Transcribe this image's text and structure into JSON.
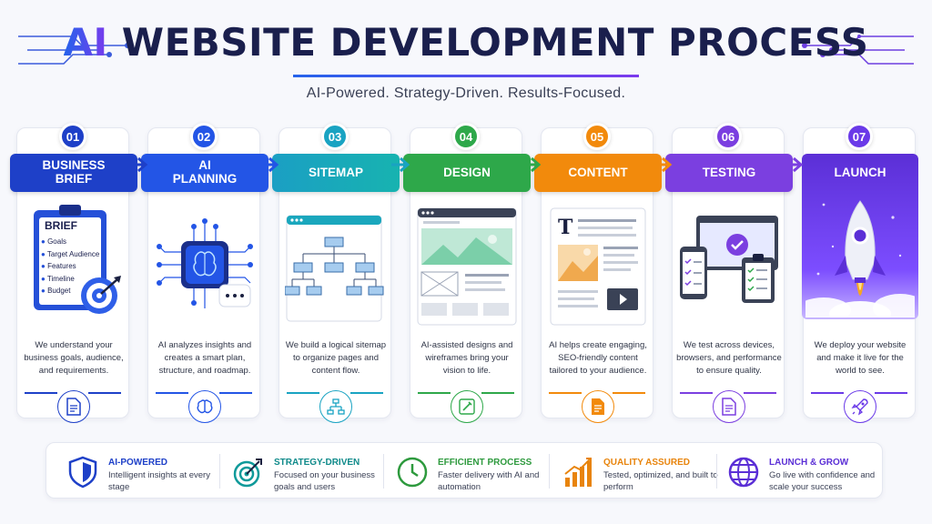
{
  "title": {
    "highlight": "AI",
    "rest": "WEBSITE DEVELOPMENT PROCESS"
  },
  "subtitle": "AI-Powered. Strategy-Driven. Results-Focused.",
  "steps": [
    {
      "number": "01",
      "title": "BUSINESS BRIEF",
      "color": "#1e40c8",
      "desc": "We understand your business goals, audience, and requirements.",
      "icon": "document-icon",
      "brief": {
        "heading": "BRIEF",
        "items": [
          "Goals",
          "Target Audience",
          "Features",
          "Timeline",
          "Budget"
        ]
      }
    },
    {
      "number": "02",
      "title": "AI PLANNING",
      "color": "#2355e6",
      "desc": "AI analyzes insights and creates a smart plan, structure, and roadmap.",
      "icon": "brain-icon"
    },
    {
      "number": "03",
      "title": "SITEMAP",
      "color": "#19a3c2",
      "desc": "We build a logical sitemap to organize pages and content flow.",
      "icon": "sitemap-icon"
    },
    {
      "number": "04",
      "title": "DESIGN",
      "color": "#2ea84a",
      "desc": "AI-assisted designs and wireframes bring your vision to life.",
      "icon": "design-icon"
    },
    {
      "number": "05",
      "title": "CONTENT",
      "color": "#f28a0c",
      "desc": "AI helps create engaging, SEO-friendly content tailored to your audience.",
      "icon": "content-icon"
    },
    {
      "number": "06",
      "title": "TESTING",
      "color": "#7b3fe0",
      "desc": "We test across devices, browsers, and performance to ensure quality.",
      "icon": "checklist-icon"
    },
    {
      "number": "07",
      "title": "LAUNCH",
      "color": "#6a3ae8",
      "desc": "We deploy your website and make it live for the world to see.",
      "icon": "rocket-icon"
    }
  ],
  "features": [
    {
      "name": "AI-POWERED",
      "desc": "Intelligent insights at every stage",
      "color": "#1e40c8",
      "icon": "shield-icon"
    },
    {
      "name": "STRATEGY-DRIVEN",
      "desc": "Focused on your business goals and users",
      "color": "#0f9a9a",
      "icon": "target-icon"
    },
    {
      "name": "EFFICIENT PROCESS",
      "desc": "Faster delivery with AI and automation",
      "color": "#2e9a3e",
      "icon": "clock-icon"
    },
    {
      "name": "QUALITY ASSURED",
      "desc": "Tested, optimized, and built to perform",
      "color": "#e8840c",
      "icon": "growth-chart-icon"
    },
    {
      "name": "LAUNCH & GROW",
      "desc": "Go live with confidence and scale your success",
      "color": "#5b2fd6",
      "icon": "globe-icon"
    }
  ]
}
